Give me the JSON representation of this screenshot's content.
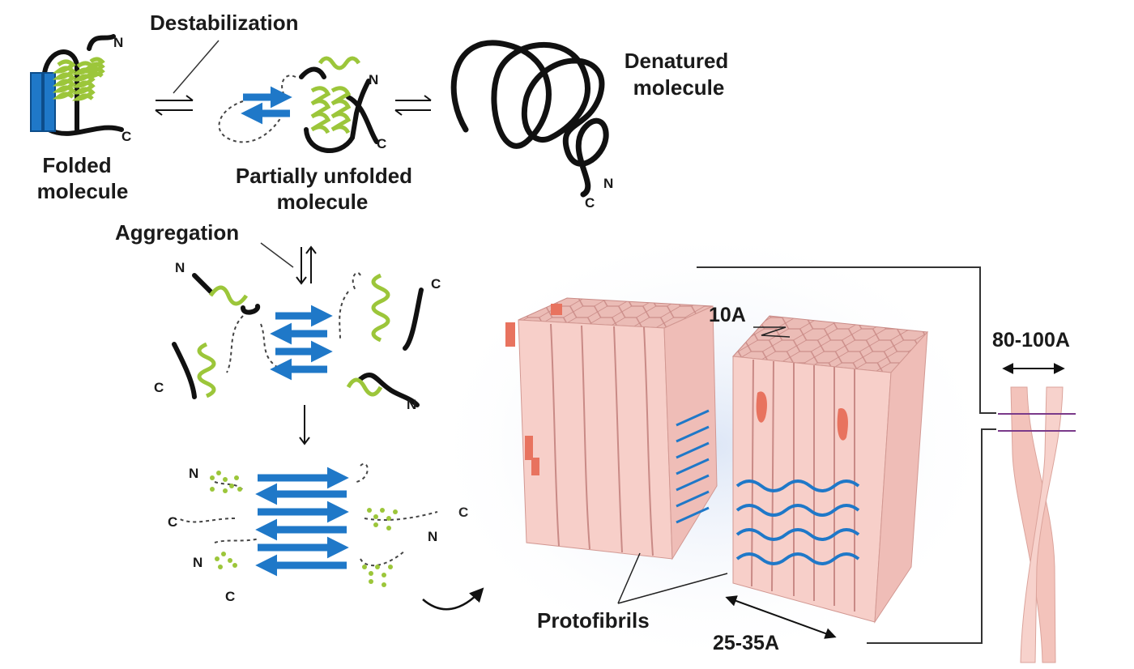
{
  "labels": {
    "destabilization": "Destabilization",
    "folded_line1": "Folded",
    "folded_line2": "molecule",
    "partial_line1": "Partially unfolded",
    "partial_line2": "molecule",
    "denatured_line1": "Denatured",
    "denatured_line2": "molecule",
    "aggregation": "Aggregation",
    "protofibrils": "Protofibrils",
    "dim_10a": "10A",
    "dim_80_100a": "80-100A",
    "dim_25_35a": "25-35A"
  },
  "termini": {
    "n": "N",
    "c": "C"
  },
  "colors": {
    "strand": "#1f78c8",
    "helix": "#9cc63a",
    "chain": "#111111",
    "fibril_face": "#f7cfc9",
    "fibril_top": "#e9b4ae",
    "fibril_accent": "#e8735f",
    "fibril_line": "#c98a86",
    "twist_line": "#7a3a8a"
  }
}
